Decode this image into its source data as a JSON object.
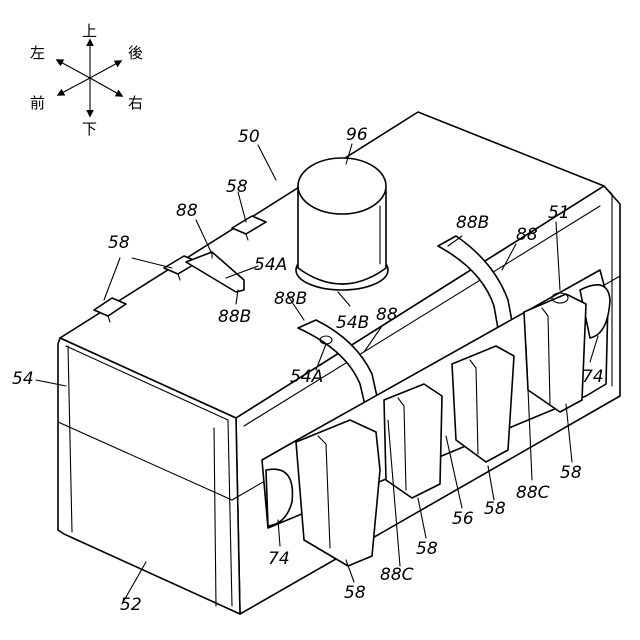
{
  "compass": {
    "up": "上",
    "down": "下",
    "left": "左",
    "right": "右",
    "front": "前",
    "rear": "後"
  },
  "labels": {
    "assembly": "50",
    "cylinder": "96",
    "box_front": "54",
    "box_lower": "52",
    "bottom_part": "56",
    "part_51": "51",
    "tab_58": "58",
    "clip_88": "88",
    "clip_88B": "88B",
    "clip_88C": "88C",
    "hole_54A": "54A",
    "hole_54B": "54B",
    "end_74": "74"
  }
}
